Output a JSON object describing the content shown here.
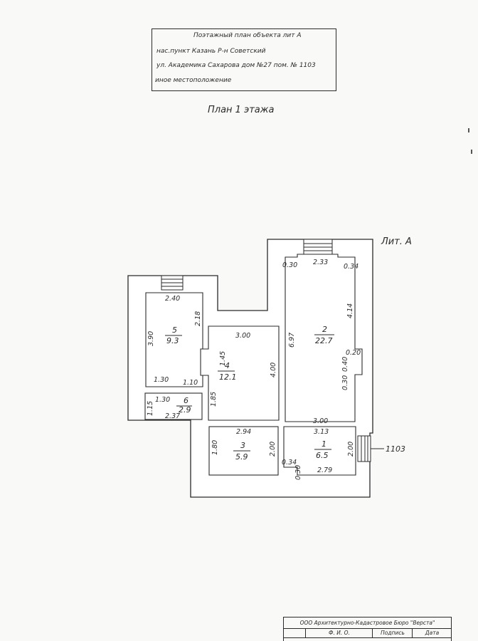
{
  "header": {
    "line1": "Поэтажный план объекта лит А",
    "line2": "нас.пункт Казань   Р-н  Советский",
    "line3": "ул. Академика Сахарова     дом №27       пом. № 1103",
    "line4": "иное местоположение"
  },
  "plan_title": "План 1 этажа",
  "building_label": "Лит. А",
  "unit_label": "1103",
  "rooms": [
    {
      "id": "1",
      "num": "1",
      "area": "6.5"
    },
    {
      "id": "2",
      "num": "2",
      "area": "22.7"
    },
    {
      "id": "3",
      "num": "3",
      "area": "5.9"
    },
    {
      "id": "4",
      "num": "4",
      "area": "12.1"
    },
    {
      "id": "5",
      "num": "5",
      "area": "9.3"
    },
    {
      "id": "6",
      "num": "6",
      "area": "2.9"
    }
  ],
  "dimensions": {
    "r5_top": "2.40",
    "r5_right": "2.18",
    "r5_left": "3.90",
    "r5_bottom": "1.30",
    "r5_step": "1.10",
    "r6_top": "1.30",
    "r6_left": "1.15",
    "r6_bottom": "2.37",
    "r4_top": "3.00",
    "r4_left_upper": "1.45",
    "r4_right": "4.00",
    "r4_left_lower": "1.85",
    "r2_top": "2.33",
    "r2_left_corner": "0.30",
    "r2_right_corner": "0.34",
    "r2_right_upper": "4.14",
    "r2_left": "6.97",
    "r2_niche_a": "0.20",
    "r2_niche_b": "0.40",
    "r2_niche_c": "0.30",
    "r2_bottom": "3.00",
    "r3_top": "2.94",
    "r3_left": "1.80",
    "r3_right": "2.00",
    "r1_top": "3.13",
    "r1_right": "2.00",
    "r1_bottom": "2.79",
    "r1_corner_a": "0.34",
    "r1_corner_b": "0.30"
  },
  "stamp": {
    "org": "ООО Архитектурно-Кадастровое Бюро \"Верста\"",
    "col_fio": "Ф. И. О.",
    "col_sign": "Подпись",
    "col_date": "Дата"
  }
}
